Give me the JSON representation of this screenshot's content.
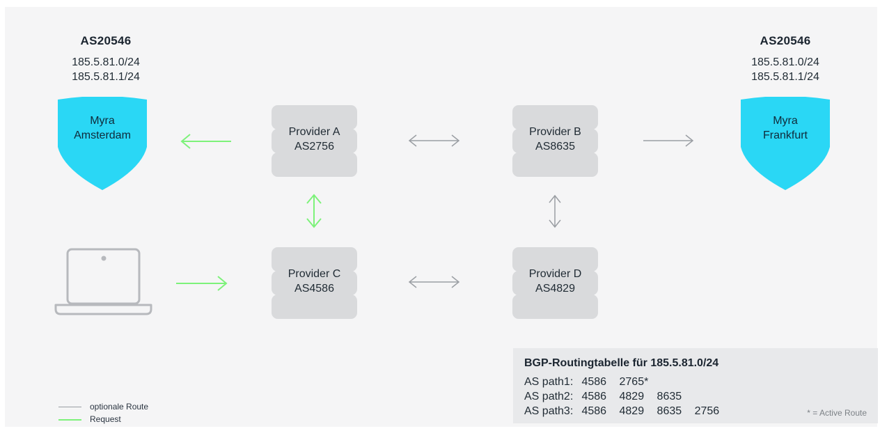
{
  "left_site": {
    "as_number": "AS20546",
    "prefixes": [
      "185.5.81.0/24",
      "185.5.81.1/24"
    ],
    "shield_label": [
      "Myra",
      "Amsterdam"
    ]
  },
  "right_site": {
    "as_number": "AS20546",
    "prefixes": [
      "185.5.81.0/24",
      "185.5.81.1/24"
    ],
    "shield_label": [
      "Myra",
      "Frankfurt"
    ]
  },
  "providers": [
    {
      "id": "a",
      "name": "Provider A",
      "as": "AS2756"
    },
    {
      "id": "b",
      "name": "Provider B",
      "as": "AS8635"
    },
    {
      "id": "c",
      "name": "Provider C",
      "as": "AS4586"
    },
    {
      "id": "d",
      "name": "Provider D",
      "as": "AS4829"
    }
  ],
  "routing_table": {
    "title": "BGP-Routingtabelle für 185.5.81.0/24",
    "rows": [
      {
        "label": "AS path1:",
        "hops": [
          "4586",
          "2765*"
        ]
      },
      {
        "label": "AS path2:",
        "hops": [
          "4586",
          "4829",
          "8635"
        ]
      },
      {
        "label": "AS path3:",
        "hops": [
          "4586",
          "4829",
          "8635",
          "2756"
        ]
      }
    ],
    "note": "* = Active Route"
  },
  "legend": {
    "optional_route": "optionale Route",
    "request": "Request"
  },
  "colors": {
    "shield": "#2ad7f5",
    "request": "#7df27a",
    "optional_route": "#9a9ea3",
    "provider": "#d9dadc",
    "laptop": "#b7b9bd",
    "table_bg": "#e8e9eb"
  },
  "icons": {
    "shield": "shield-icon",
    "laptop": "laptop-icon"
  }
}
